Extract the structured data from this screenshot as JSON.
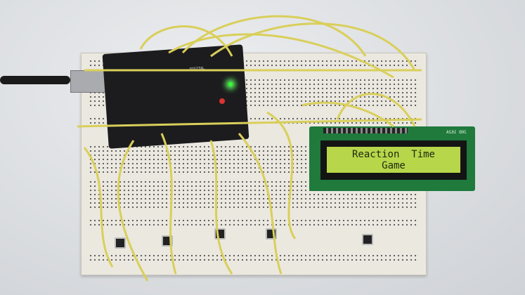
{
  "photo": {
    "lcd": {
      "line1": "Reaction  Time",
      "line2": "Game",
      "model": "JHD 162A"
    },
    "arduino": {
      "label": "DIGITAL"
    },
    "colors": {
      "wire": "#d9cf5a",
      "lcd_screen": "#b8d64a",
      "pcb": "#1f7a3c",
      "led": "#33ff33"
    }
  }
}
